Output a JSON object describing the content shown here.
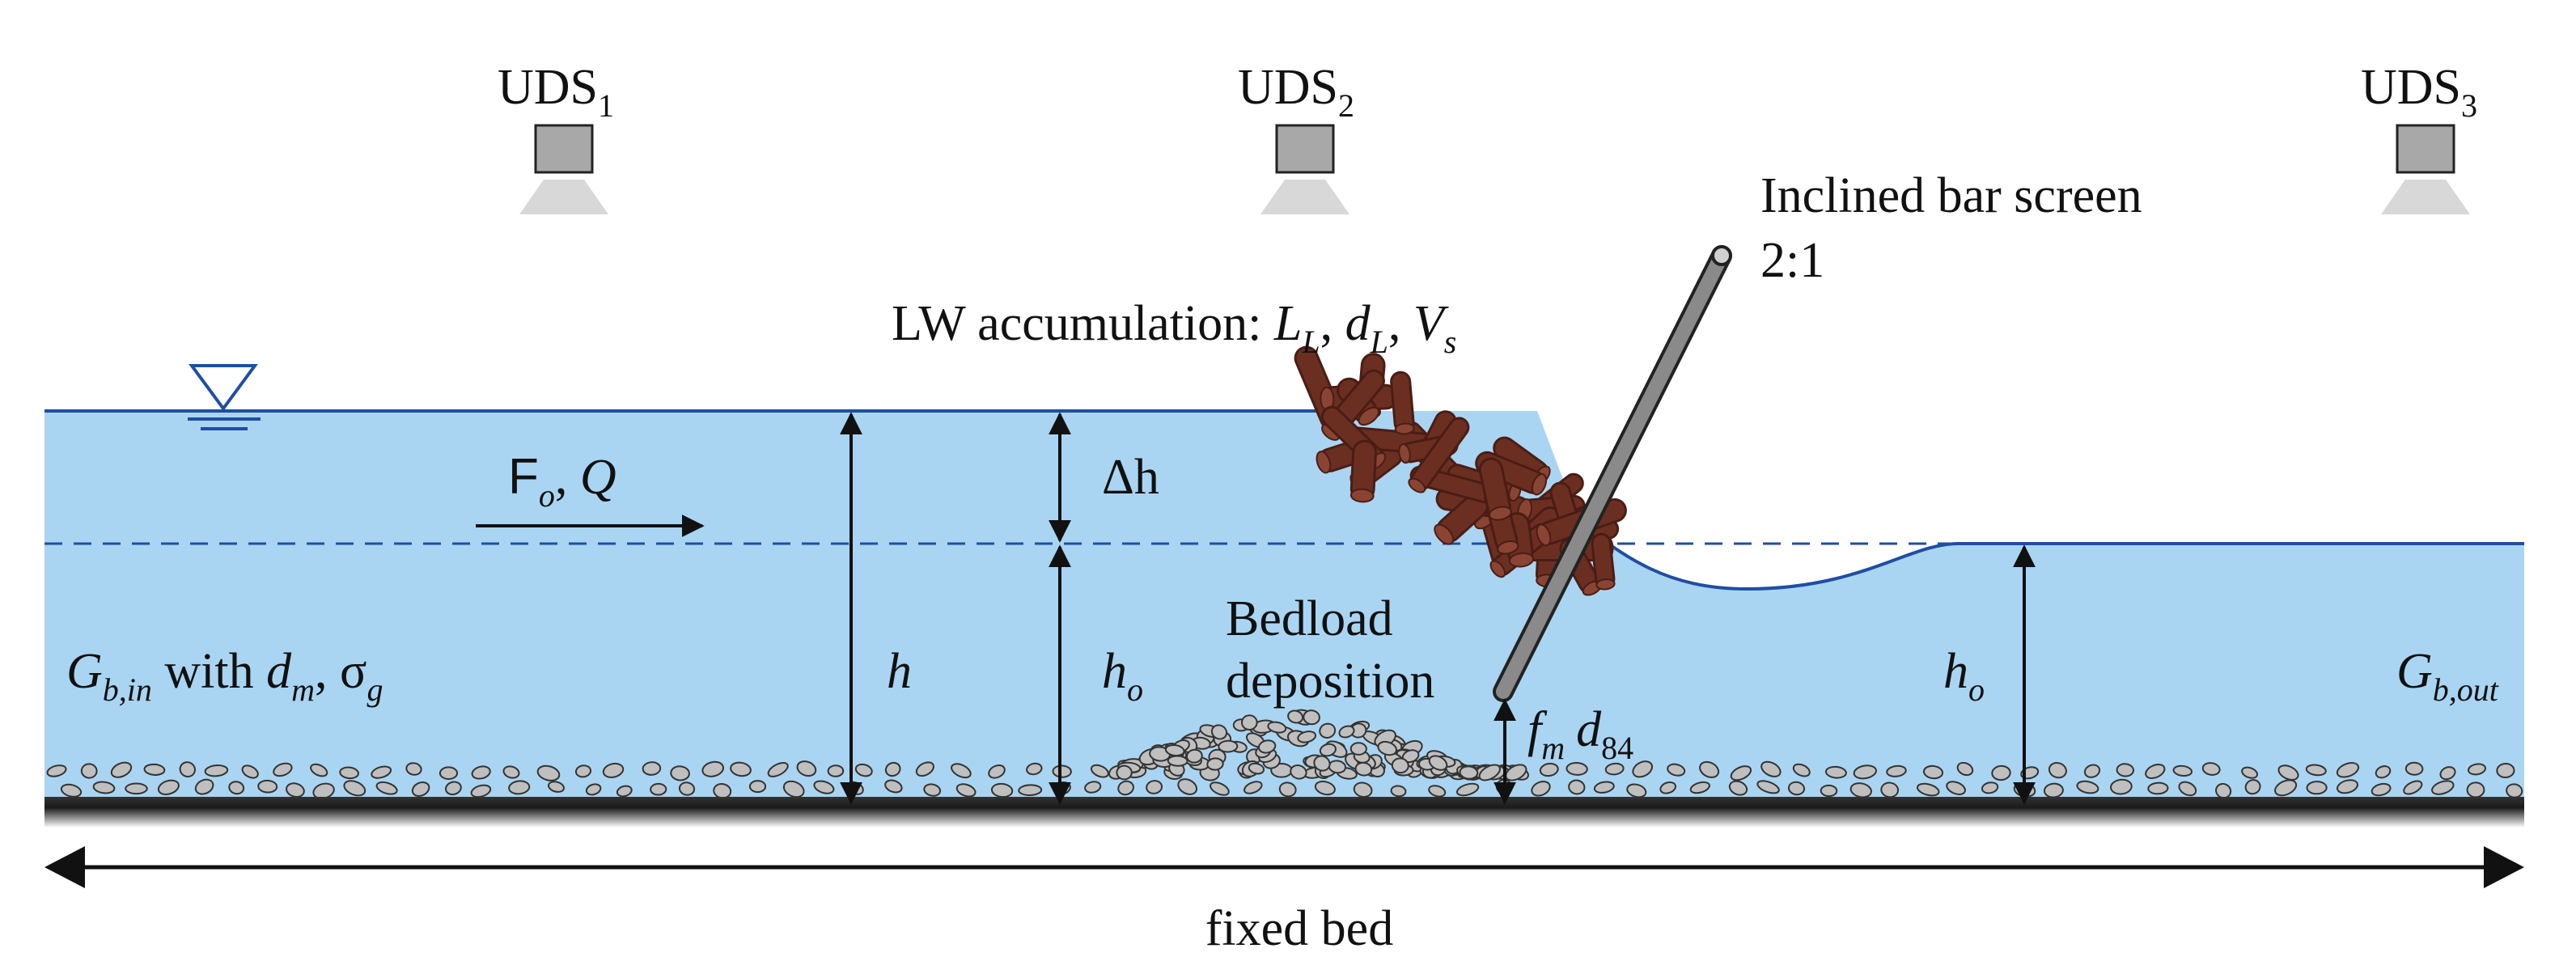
{
  "sensors": [
    {
      "label": "UDS",
      "index": "1"
    },
    {
      "label": "UDS",
      "index": "2"
    },
    {
      "label": "UDS",
      "index": "3"
    }
  ],
  "screen": {
    "title": "Inclined bar screen",
    "ratio": "2:1"
  },
  "lw_accumulation": {
    "prefix": "LW accumulation: ",
    "L": "L",
    "L_sub": "L",
    "d": "d",
    "d_sub": "L",
    "V": "V",
    "V_sub": "s",
    "sep": ", "
  },
  "flow": {
    "F": "F",
    "F_sub": "o",
    "sep": ", ",
    "Q": "Q"
  },
  "inflow": {
    "G": "G",
    "G_sub": "b,in",
    "with": " with ",
    "d": "d",
    "d_sub": "m",
    "comma": ", ",
    "sigma": "σ",
    "sigma_sub": "g"
  },
  "outflow": {
    "G": "G",
    "G_sub": "b,out"
  },
  "dims": {
    "h": "h",
    "dh": "Δh",
    "ho": "h",
    "ho_sub": "o",
    "ho_right": "h",
    "ho_right_sub": "o"
  },
  "deposition": {
    "line1": "Bedload",
    "line2": "deposition"
  },
  "gap": {
    "f": "f",
    "f_sub": "m",
    "d": "d",
    "d_sub": "84"
  },
  "bed_label": "fixed bed",
  "colors": {
    "water": "#a9d5f2",
    "water_line": "#1f4ea3",
    "log": "#6b2f22",
    "log_dark": "#4a1d14",
    "pebble": "#bfbfbf",
    "sensor": "#a8a8a8",
    "cone": "#d8d8d8",
    "bar": "#8a8a8a"
  }
}
